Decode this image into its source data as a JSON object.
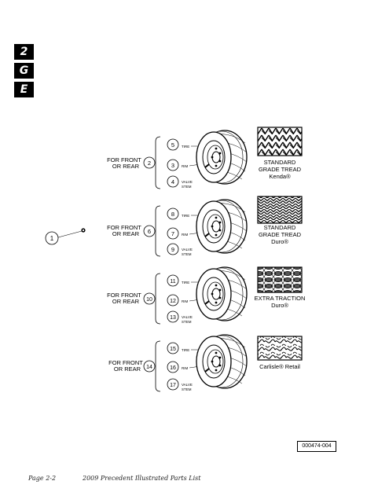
{
  "section_tabs": [
    "2",
    "G",
    "E"
  ],
  "main_callout": "1",
  "groups": [
    {
      "position_label": [
        "FOR FRONT",
        "OR REAR"
      ],
      "assembly": "2",
      "parts": [
        {
          "no": "5",
          "name": [
            "TIRE"
          ]
        },
        {
          "no": "3",
          "name": [
            "RIM"
          ]
        },
        {
          "no": "4",
          "name": [
            "VALVE",
            "STEM"
          ]
        }
      ],
      "tread_caption": [
        "STANDARD",
        "GRADE TREAD",
        "Kenda®"
      ]
    },
    {
      "position_label": [
        "FOR FRONT",
        "OR REAR"
      ],
      "assembly": "6",
      "parts": [
        {
          "no": "8",
          "name": [
            "TIRE"
          ]
        },
        {
          "no": "7",
          "name": [
            "RIM"
          ]
        },
        {
          "no": "9",
          "name": [
            "VALVE",
            "STEM"
          ]
        }
      ],
      "tread_caption": [
        "STANDARD",
        "GRADE TREAD",
        "Duro®"
      ]
    },
    {
      "position_label": [
        "FOR FRONT",
        "OR REAR"
      ],
      "assembly": "10",
      "parts": [
        {
          "no": "11",
          "name": [
            "TIRE"
          ]
        },
        {
          "no": "12",
          "name": [
            "RIM"
          ]
        },
        {
          "no": "13",
          "name": [
            "VALVE",
            "STEM"
          ]
        }
      ],
      "tread_caption": [
        "EXTRA TRACTION",
        "Duro®"
      ]
    },
    {
      "position_label": [
        "FOR FRONT",
        "OR REAR"
      ],
      "assembly": "14",
      "parts": [
        {
          "no": "15",
          "name": [
            "TIRE"
          ]
        },
        {
          "no": "16",
          "name": [
            "RIM"
          ]
        },
        {
          "no": "17",
          "name": [
            "VALVE",
            "STEM"
          ]
        }
      ],
      "tread_caption": [
        "Carlisle® Retail"
      ]
    }
  ],
  "figure_number": "000474-004",
  "footer": {
    "page": "Page 2-2",
    "title": "2009 Precedent Illustrated Parts List"
  }
}
